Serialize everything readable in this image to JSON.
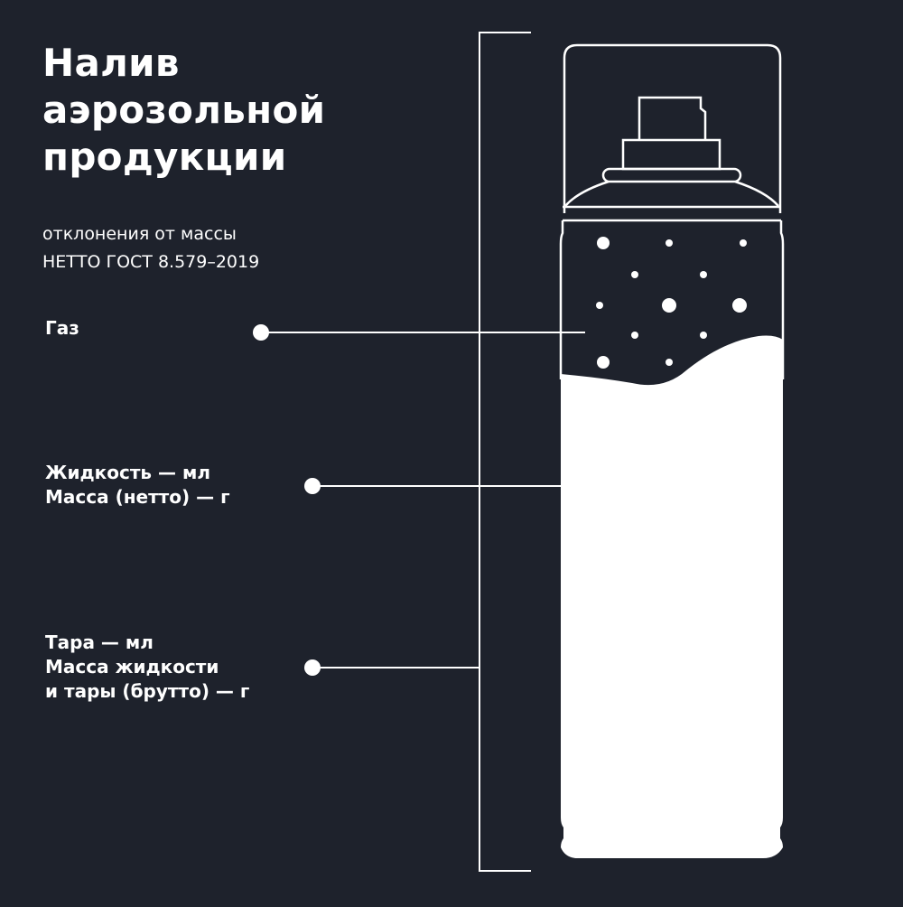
{
  "title": {
    "line1": "Налив",
    "line2": "аэрозольной",
    "line3": "продукции"
  },
  "subtitle": {
    "line1": "отклонения от массы",
    "line2": "НЕТТО ГОСТ 8.579–2019"
  },
  "labels": {
    "gas": "Газ",
    "liquid": {
      "line1": "Жидкость — мл",
      "line2": "Масса (нетто) — г"
    },
    "tare": {
      "line1": "Тара — мл",
      "line2": "Масса жидкости",
      "line3": "и тары (брутто) — г"
    }
  },
  "colors": {
    "background": "#1e222c",
    "foreground": "#ffffff"
  }
}
